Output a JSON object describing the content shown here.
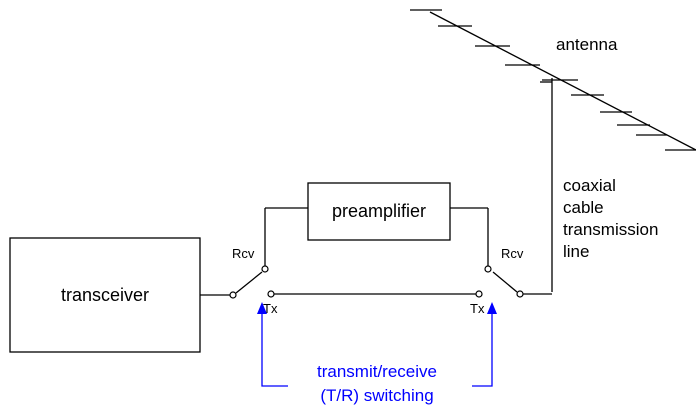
{
  "labels": {
    "antenna": "antenna",
    "preamplifier": "preamplifier",
    "transceiver": "transceiver",
    "coax_line1": "coaxial",
    "coax_line2": "cable",
    "coax_line3": "transmission",
    "coax_line4": "line",
    "rcv_left": "Rcv",
    "rcv_right": "Rcv",
    "tx_left": "Tx",
    "tx_right": "Tx",
    "tr_line1": "transmit/receive",
    "tr_line2": "(T/R) switching"
  },
  "colors": {
    "line": "#000000",
    "annotation": "#0000ff",
    "background": "#ffffff"
  }
}
